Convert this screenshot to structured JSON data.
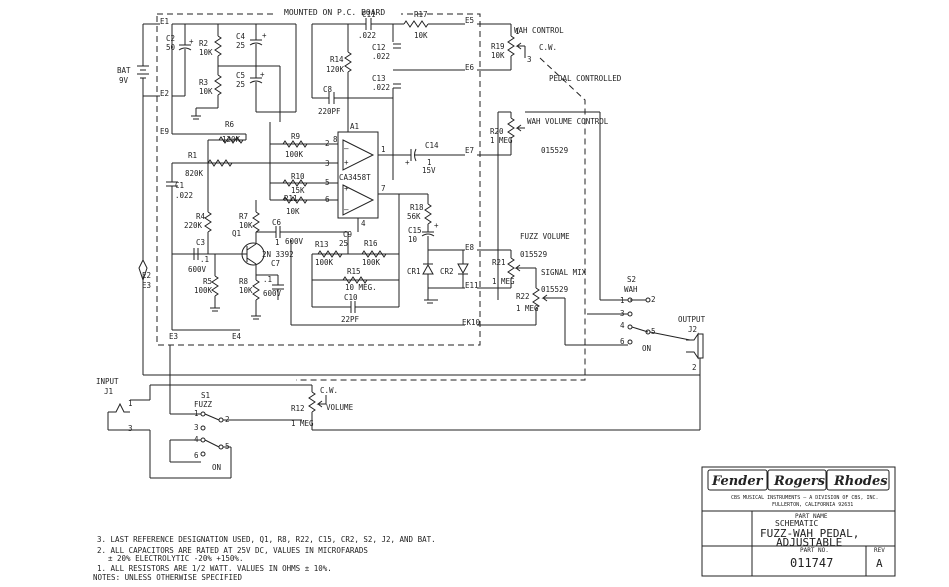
{
  "board_title": "MOUNTED ON P.C. BOARD",
  "edge_labels": {
    "e1": "E1",
    "e2": "E2",
    "e9": "E9",
    "e23": "E2\nE3",
    "e3": "E3",
    "e4": "E4",
    "e5": "E5",
    "e6": "E6",
    "e7": "E7",
    "e8": "E8",
    "e11": "E11",
    "e10": "EK10"
  },
  "battery": {
    "name": "BAT",
    "value": "9V"
  },
  "components": {
    "c2": {
      "name": "C2",
      "value": "50"
    },
    "r2": {
      "name": "R2",
      "value": "10K"
    },
    "c4": {
      "name": "C4",
      "value": "25"
    },
    "c5": {
      "name": "C5",
      "value": "25"
    },
    "r3": {
      "name": "R3",
      "value": "10K"
    },
    "c11": {
      "name": "C11",
      "value": ".022"
    },
    "r17": {
      "name": "R17",
      "value": "10K"
    },
    "c12": {
      "name": "C12",
      "value": ".022"
    },
    "r14": {
      "name": "R14",
      "value": "120K"
    },
    "c13": {
      "name": "C13",
      "value": ".022"
    },
    "c8": {
      "name": "C8",
      "value": "220PF"
    },
    "r6": {
      "name": "R6",
      "value": "120K"
    },
    "r9": {
      "name": "R9",
      "value": "100K"
    },
    "r1": {
      "name": "R1",
      "value": "820K"
    },
    "r10": {
      "name": "R10",
      "value": "15K"
    },
    "r11": {
      "name": "R11",
      "value": "10K"
    },
    "c1": {
      "name": "C1",
      "value": ".022"
    },
    "r4": {
      "name": "R4",
      "value": "220K"
    },
    "r7": {
      "name": "R7",
      "value": "10K"
    },
    "c6": {
      "name": "C6",
      "value": "1"
    },
    "c6v": {
      "name": "",
      "value": "600V"
    },
    "q1": {
      "name": "Q1",
      "value": "2N 3392"
    },
    "c3": {
      "name": "C3",
      "value": ".1"
    },
    "c3v": {
      "name": "",
      "value": "600V"
    },
    "r5": {
      "name": "R5",
      "value": "100K"
    },
    "r8": {
      "name": "R8",
      "value": "10K"
    },
    "c7": {
      "name": "C7",
      "value": ".1"
    },
    "c7v": {
      "name": "",
      "value": "600V"
    },
    "r13": {
      "name": "R13",
      "value": "100K"
    },
    "c9": {
      "name": "C9",
      "value": "25"
    },
    "r16": {
      "name": "R16",
      "value": "100K"
    },
    "r15": {
      "name": "R15",
      "value": "10 MEG."
    },
    "c10": {
      "name": "C10",
      "value": "22PF"
    },
    "a1": {
      "name": "A1",
      "value": "CA3458T"
    },
    "c14": {
      "name": "C14",
      "value": "1"
    },
    "c14v": {
      "name": "",
      "value": "15V"
    },
    "r18": {
      "name": "R18",
      "value": "56K"
    },
    "c15": {
      "name": "C15",
      "value": "10"
    },
    "cr1": {
      "name": "CR1",
      "value": ""
    },
    "cr2": {
      "name": "CR2",
      "value": ""
    },
    "r19": {
      "name": "R19",
      "value": "10K"
    },
    "r20": {
      "name": "R20",
      "value": "1 MEG"
    },
    "r21": {
      "name": "R21",
      "value": "1 MEG"
    },
    "r22": {
      "name": "R22",
      "value": "1 MEG"
    },
    "r12": {
      "name": "R12",
      "value": "1 MEG"
    }
  },
  "controls": {
    "wah_control": "WAH CONTROL",
    "pedal_controlled": "PEDAL CONTROLLED",
    "wah_volume": "WAH VOLUME CONTROL",
    "wah_volume_part": "015529",
    "fuzz_volume": "FUZZ VOLUME",
    "fuzz_volume_part": "015529",
    "signal_mix": "SIGNAL MIX",
    "signal_mix_part": "015529",
    "volume": "VOLUME",
    "cw": "C.W."
  },
  "jacks": {
    "input_label": "INPUT",
    "input_name": "J1",
    "output_label": "OUTPUT",
    "output_name": "J2"
  },
  "switches": {
    "s1_name": "S1",
    "s1_label": "FUZZ",
    "s1_on": "ON",
    "s2_name": "S2",
    "s2_label": "WAH",
    "s2_on": "ON"
  },
  "notes": {
    "header": "NOTES: UNLESS OTHERWISE SPECIFIED",
    "n1": "1. ALL RESISTORS ARE 1/2 WATT. VALUES IN OHMS ± 10%.",
    "n2a": "2. ALL CAPACITORS ARE RATED AT 25V DC, VALUES IN MICROFARADS",
    "n2b": "± 20% ELECTROLYTIC -20% +150%.",
    "n3": "3. LAST REFERENCE DESIGNATION USED, Q1, R8, R22, C15, CR2, S2, J2, AND BAT."
  },
  "title_block": {
    "logo_fender": "Fender",
    "logo_rogers": "Rogers",
    "logo_rhodes": "Rhodes",
    "company": "CBS MUSICAL INSTRUMENTS — A DIVISION OF CBS, INC.",
    "city": "FULLERTON, CALIFORNIA 92631",
    "part_name_label": "PART NAME",
    "schematic_label": "SCHEMATIC",
    "part_name": "FUZZ-WAH PEDAL,",
    "part_name2": "ADJUSTABLE",
    "part_no_label": "PART NO.",
    "part_no": "011747",
    "rev_label": "REV",
    "rev": "A"
  }
}
